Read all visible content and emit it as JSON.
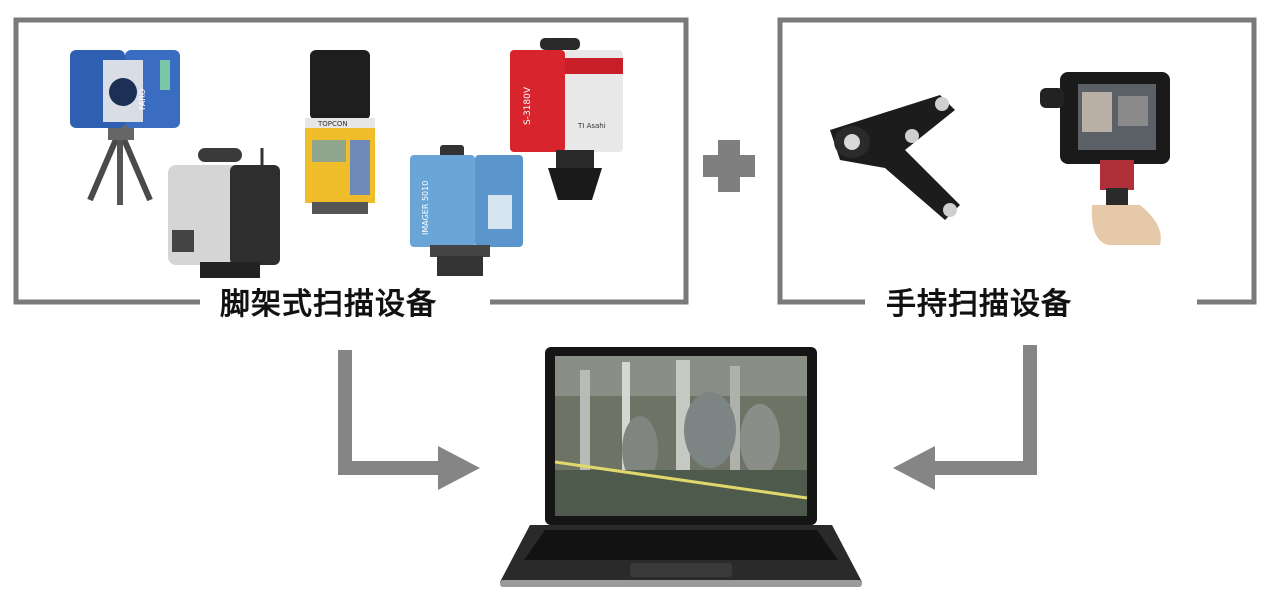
{
  "tripod_group": {
    "label": "脚架式扫描设备"
  },
  "handheld_group": {
    "label": "手持扫描设备"
  },
  "connector": {
    "plus_icon": "plus-icon"
  },
  "output": {
    "device_icon": "laptop-icon"
  },
  "device_markings": {
    "faro": "FARO",
    "topcon": "TOPCON",
    "imager": "IMAGER 5010",
    "s3180": "S-3180V",
    "ti_asahi": "TI Asahi"
  },
  "colors": {
    "frame": "#7a7a7a",
    "arrow": "#858585",
    "plus": "#7f7f7f"
  }
}
